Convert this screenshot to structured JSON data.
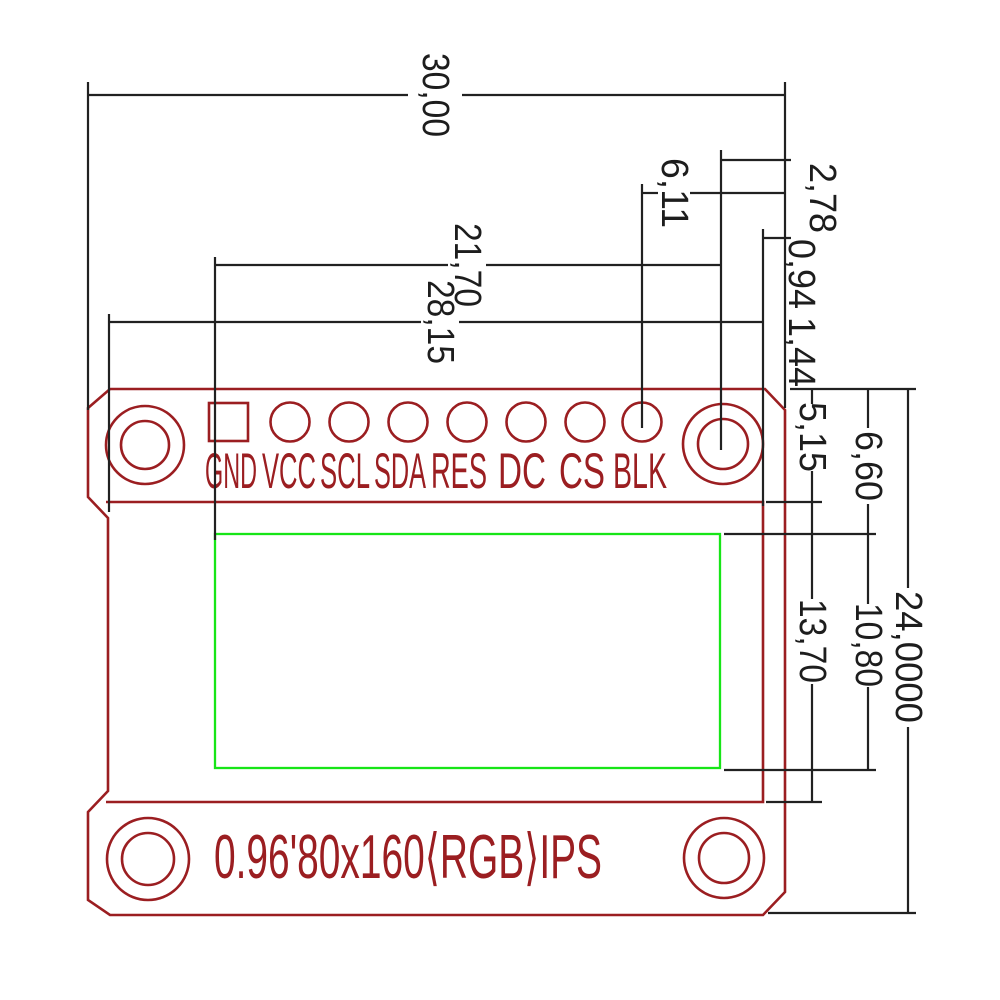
{
  "drawing": {
    "title": "0.96'80x160⟨RGB⟩IPS",
    "pins": [
      "GND",
      "VCC",
      "SCL",
      "SDA",
      "RES",
      "DC",
      "CS",
      "BLK"
    ],
    "dimensions": {
      "overall_width": "30,00",
      "blk_pin_to_edge": "6,11",
      "hole_center_to_edge": "2,78",
      "glass_to_edge_gap": "0,94",
      "pad_row_offset": "1,44",
      "active_area_to_hole": "21,70",
      "left_edge_to_glass_right": "28,15",
      "top_to_glass": "5,15",
      "top_to_active_area": "6,60",
      "glass_height": "13,70",
      "active_area_height": "10,80",
      "overall_height": "24,0000"
    },
    "colors": {
      "board_outline": "#9b1e21",
      "dimension_lines": "#1d1d1d",
      "active_area": "#17e517",
      "background": "#ffffff"
    }
  }
}
